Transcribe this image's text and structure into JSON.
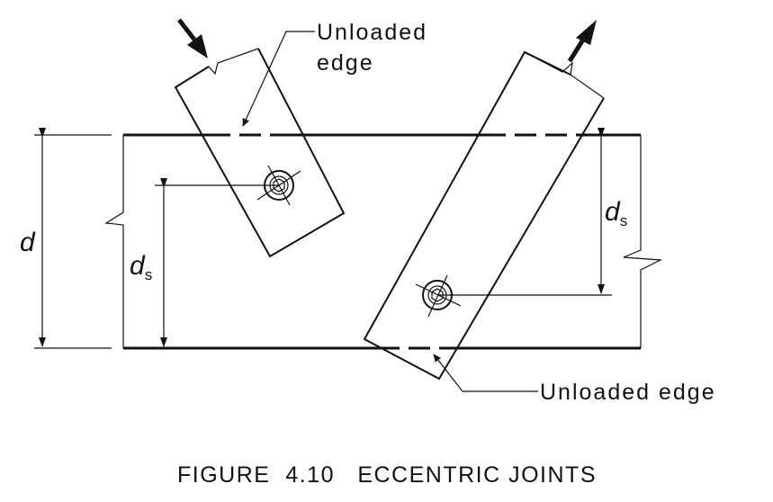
{
  "labels": {
    "unloaded_edge_top_line1": "Unloaded",
    "unloaded_edge_top_line2": "edge",
    "unloaded_edge_bottom": "Unloaded edge",
    "depth_d": "d",
    "depth_ds_symbol": "d",
    "depth_ds_subscript": "s"
  },
  "caption": "FIGURE  4.10   ECCENTRIC JOINTS"
}
